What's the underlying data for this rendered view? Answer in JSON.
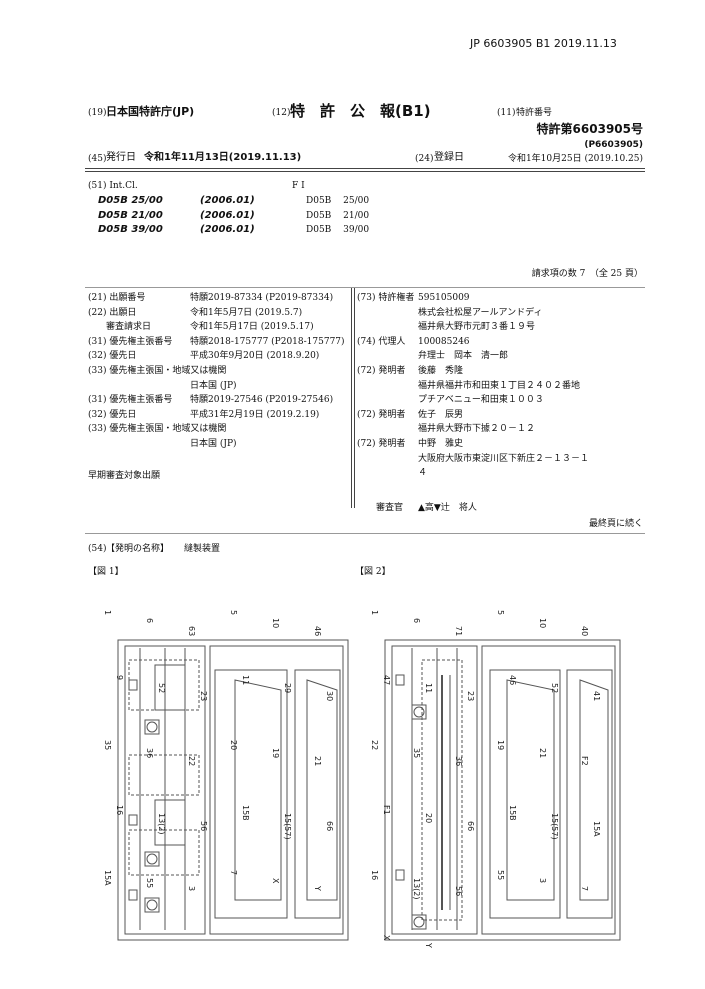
{
  "running_header": "JP  6603905  B1  2019.11.13",
  "office": {
    "code": "(19)",
    "label": "日本国特許庁(JP)"
  },
  "kind": {
    "code": "(12)",
    "label": "特　許　公　報(B1)"
  },
  "patent_number": {
    "code": "(11)",
    "label": "特許番号",
    "value": "特許第6603905号",
    "sub": "(P6603905)"
  },
  "issue_date": {
    "code": "(45)",
    "label": "発行日",
    "value": "令和1年11月13日(2019.11.13)"
  },
  "registration_date": {
    "code": "(24)",
    "label": "登録日",
    "value": "令和1年10月25日 (2019.10.25)"
  },
  "classification": {
    "int_cl_label": "(51) Int.Cl.",
    "fi_label": "F I",
    "rows": [
      {
        "ipc": "D05B  25/00",
        "ver": "(2006.01)",
        "fi": "D05B　 25/00"
      },
      {
        "ipc": "D05B  21/00",
        "ver": "(2006.01)",
        "fi": "D05B　 21/00"
      },
      {
        "ipc": "D05B  39/00",
        "ver": "(2006.01)",
        "fi": "D05B　 39/00"
      }
    ]
  },
  "claims_count": "請求項の数 7　（全 25 頁）",
  "left_fields": [
    {
      "label": "(21) 出願番号",
      "value": "特願2019-87334 (P2019-87334)"
    },
    {
      "label": "(22) 出願日",
      "value": "令和1年5月7日 (2019.5.7)"
    },
    {
      "label": "　　審査請求日",
      "value": "令和1年5月17日 (2019.5.17)"
    },
    {
      "label": "(31) 優先権主張番号",
      "value": "特願2018-175777 (P2018-175777)"
    },
    {
      "label": "(32) 優先日",
      "value": "平成30年9月20日 (2018.9.20)"
    },
    {
      "label": "(33) 優先権主張国・地域又は機関",
      "value": ""
    },
    {
      "label": "",
      "value": "日本国 (JP)"
    },
    {
      "label": "(31) 優先権主張番号",
      "value": "特願2019-27546 (P2019-27546)"
    },
    {
      "label": "(32) 優先日",
      "value": "平成31年2月19日 (2019.2.19)"
    },
    {
      "label": "(33) 優先権主張国・地域又は機関",
      "value": ""
    },
    {
      "label": "",
      "value": "日本国 (JP)"
    }
  ],
  "early_exam": "早期審査対象出願",
  "right_fields": [
    {
      "label": "(73) 特許権者",
      "value": "595105009"
    },
    {
      "label": "",
      "value": "株式会社松屋アールアンドディ"
    },
    {
      "label": "",
      "value": "福井県大野市元町３番１９号"
    },
    {
      "label": "(74) 代理人",
      "value": "100085246"
    },
    {
      "label": "",
      "value": "弁理士　岡本　清一郎"
    },
    {
      "label": "(72) 発明者",
      "value": "後藤　秀隆"
    },
    {
      "label": "",
      "value": "福井県福井市和田東１丁目２４０２番地"
    },
    {
      "label": "",
      "value": "プチアベニュー和田東１００３"
    },
    {
      "label": "(72) 発明者",
      "value": "佐子　辰男"
    },
    {
      "label": "",
      "value": "福井県大野市下據２０－１２"
    },
    {
      "label": "(72) 発明者",
      "value": "中野　雅史"
    },
    {
      "label": "",
      "value": "大阪府大阪市東淀川区下新庄２－１３－１"
    },
    {
      "label": "",
      "value": "４"
    }
  ],
  "examiner": {
    "label": "審査官",
    "value": "▲高▼辻　将人"
  },
  "continued": "最終頁に続く",
  "title": {
    "code": "(54)",
    "label": "【発明の名称】",
    "value": "縫製装置"
  },
  "figures": [
    {
      "label": "【図 1】",
      "refs": [
        "1",
        "6",
        "63",
        "5",
        "10",
        "46",
        "9",
        "52",
        "23",
        "11",
        "29",
        "30",
        "35",
        "36",
        "22",
        "20",
        "19",
        "21",
        "16",
        "13(2)",
        "56",
        "15B",
        "15(57)",
        "66",
        "15A",
        "55",
        "3",
        "7",
        "X",
        "Y"
      ]
    },
    {
      "label": "【図 2】",
      "refs": [
        "1",
        "6",
        "71",
        "5",
        "10",
        "40",
        "47",
        "11",
        "23",
        "46",
        "52",
        "41",
        "22",
        "35",
        "36",
        "19",
        "21",
        "F2",
        "F1",
        "20",
        "66",
        "15B",
        "15(57)",
        "15A",
        "16",
        "13(2)",
        "56",
        "55",
        "3",
        "7",
        "X",
        "Y"
      ]
    }
  ]
}
